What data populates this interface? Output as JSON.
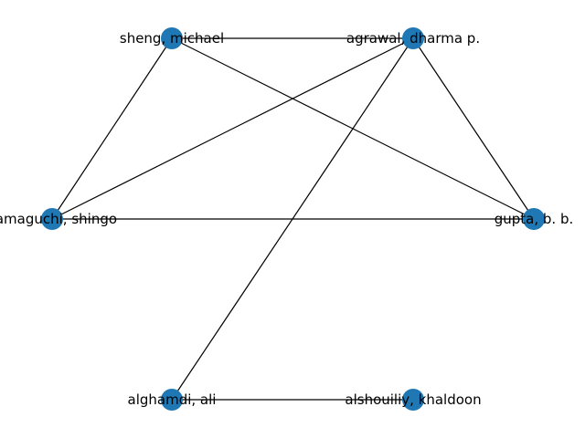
{
  "graph": {
    "node_color": "#1f77b4",
    "edge_color": "#000000",
    "nodes": [
      {
        "id": "sheng",
        "label": "sheng, michael"
      },
      {
        "id": "agrawal",
        "label": "agrawal, dharma p."
      },
      {
        "id": "yamaguchi",
        "label": "yamaguchi, shingo"
      },
      {
        "id": "gupta",
        "label": "gupta, b. b."
      },
      {
        "id": "alghamdi",
        "label": "alghamdi, ali"
      },
      {
        "id": "alshouiliy",
        "label": "alshouiliy, khaldoon"
      }
    ],
    "edges": [
      [
        "sheng",
        "agrawal"
      ],
      [
        "sheng",
        "yamaguchi"
      ],
      [
        "sheng",
        "gupta"
      ],
      [
        "agrawal",
        "yamaguchi"
      ],
      [
        "agrawal",
        "gupta"
      ],
      [
        "agrawal",
        "alghamdi"
      ],
      [
        "yamaguchi",
        "gupta"
      ],
      [
        "alghamdi",
        "alshouiliy"
      ]
    ]
  }
}
